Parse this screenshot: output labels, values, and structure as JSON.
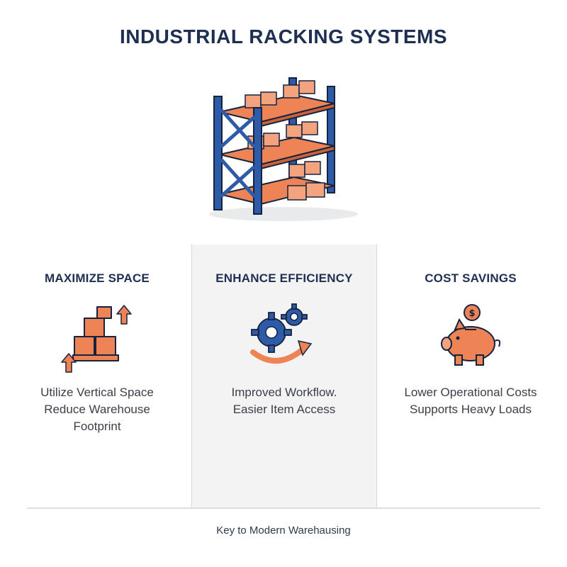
{
  "title": "INDUSTRIAL RACKING SYSTEMS",
  "colors": {
    "navy": "#1f2f52",
    "blue": "#2d5ba8",
    "orange": "#ee8455",
    "panel": "#f3f3f4"
  },
  "hero": {
    "icon": "warehouse-rack-illustration"
  },
  "columns": [
    {
      "title": "MAXIMIZE SPACE",
      "icon": "stacked-boxes-arrows-icon",
      "lines": [
        "Utilize Vertical Space",
        "Reduce Warehouse",
        "Footprint"
      ]
    },
    {
      "title": "ENHANCE EFFICIENCY",
      "icon": "gears-cycle-icon",
      "lines": [
        "Improved Workflow.",
        "Easier Item Access"
      ]
    },
    {
      "title": "COST SAVINGS",
      "icon": "piggy-bank-icon",
      "lines": [
        "Lower Operational Costs",
        "Supports Heavy Loads"
      ]
    }
  ],
  "footer": "Key to Modern Warehausing"
}
